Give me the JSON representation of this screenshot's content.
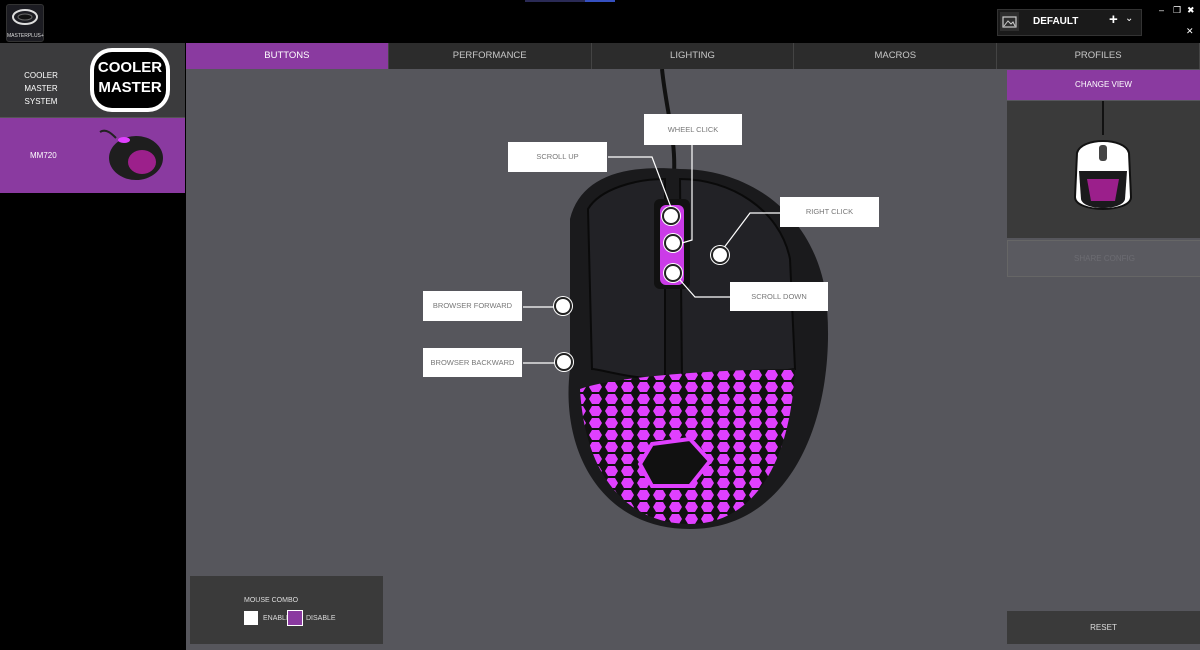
{
  "app": {
    "logo_text": "MASTERPLUS+",
    "profile_name": "DEFAULT",
    "profile_add": "+",
    "profile_chevron": "⌄",
    "window_minimize": "–",
    "window_restore": "❐",
    "window_close": "✖",
    "window_pin": "✕"
  },
  "sidebar": {
    "system_label": "COOLER MASTER SYSTEM",
    "brand_logo_text_1": "COOLER",
    "brand_logo_text_2": "MASTER",
    "device_label": "MM720"
  },
  "tabs": [
    {
      "label": "BUTTONS",
      "active": true
    },
    {
      "label": "PERFORMANCE",
      "active": false
    },
    {
      "label": "LIGHTING",
      "active": false
    },
    {
      "label": "MACROS",
      "active": false
    },
    {
      "label": "PROFILES",
      "active": false
    }
  ],
  "callouts": {
    "wheel_click": "WHEEL CLICK",
    "scroll_up": "SCROLL UP",
    "right_click": "RIGHT CLICK",
    "scroll_down": "SCROLL DOWN",
    "browser_forward": "BROWSER FORWARD",
    "browser_backward": "BROWSER BACKWARD"
  },
  "combo": {
    "title": "MOUSE COMBO",
    "enable_label": "ENABLE",
    "disable_label": "DISABLE",
    "selected": "DISABLE"
  },
  "right_panel": {
    "change_view": "CHANGE VIEW",
    "hidden_row": "SHARE CONFIG",
    "reset": "RESET"
  },
  "colors": {
    "accent": "#8a3aa0",
    "glow": "#e040ff",
    "canvas": "#56565c"
  }
}
